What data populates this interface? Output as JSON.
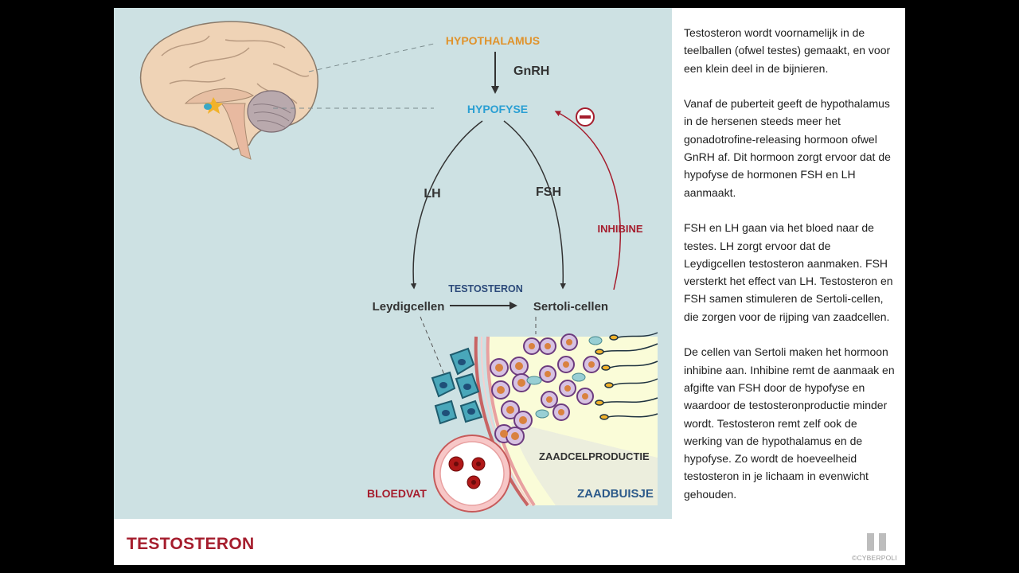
{
  "diagram": {
    "labels": {
      "hypothalamus": "HYPOTHALAMUS",
      "gnrh": "GnRH",
      "hypofyse": "HYPOFYSE",
      "lh": "LH",
      "fsh": "FSH",
      "inhibine": "INHIBINE",
      "testosteron": "TESTOSTERON",
      "leydigcellen": "Leydigcellen",
      "sertoli_cellen": "Sertoli-cellen",
      "zaadcelproductie": "ZAADCELPRODUCTIE",
      "zaadbuisje": "ZAADBUISJE",
      "bloedvat": "BLOEDVAT"
    },
    "colors": {
      "background": "#cde1e3",
      "hypothalamus": "#e0932c",
      "hypofyse": "#2a9fd3",
      "inhibine": "#a51d2d",
      "testosteron": "#2c4a7a",
      "zaadbuisje": "#2c5a8a",
      "text": "#333333"
    },
    "icons": {
      "inhibition": "minus-circle-icon"
    }
  },
  "sidebar": {
    "paragraphs": [
      "Testosteron wordt voornamelijk in de teelballen (ofwel testes) gemaakt, en voor een klein deel in de bijnieren.",
      "Vanaf de puberteit geeft de hypothalamus in de hersenen steeds meer het gonadotrofine-releasing hormoon ofwel GnRH af. Dit hormoon zorgt ervoor dat de hypofyse de hormonen FSH en LH aanmaakt.",
      "FSH en LH gaan via het bloed naar de testes. LH zorgt ervoor dat de Leydigcellen testosteron aanmaken. FSH versterkt het effect van LH. Testosteron en FSH samen stimuleren de Sertoli-cellen, die zorgen voor de rijping van zaadcellen.",
      "De cellen van Sertoli maken het hormoon inhibine aan. Inhibine remt de aanmaak en afgifte van FSH door de hypofyse en waardoor de testosteronproductie minder wordt. Testosteron remt zelf ook de werking van de hypothalamus en de hypofyse. Zo wordt de hoeveelheid testosteron in je lichaam in evenwicht gehouden."
    ]
  },
  "footer": {
    "title": "TESTOSTERON",
    "copyright": "©CYBERPOLI",
    "pause_icon": "pause-icon"
  }
}
